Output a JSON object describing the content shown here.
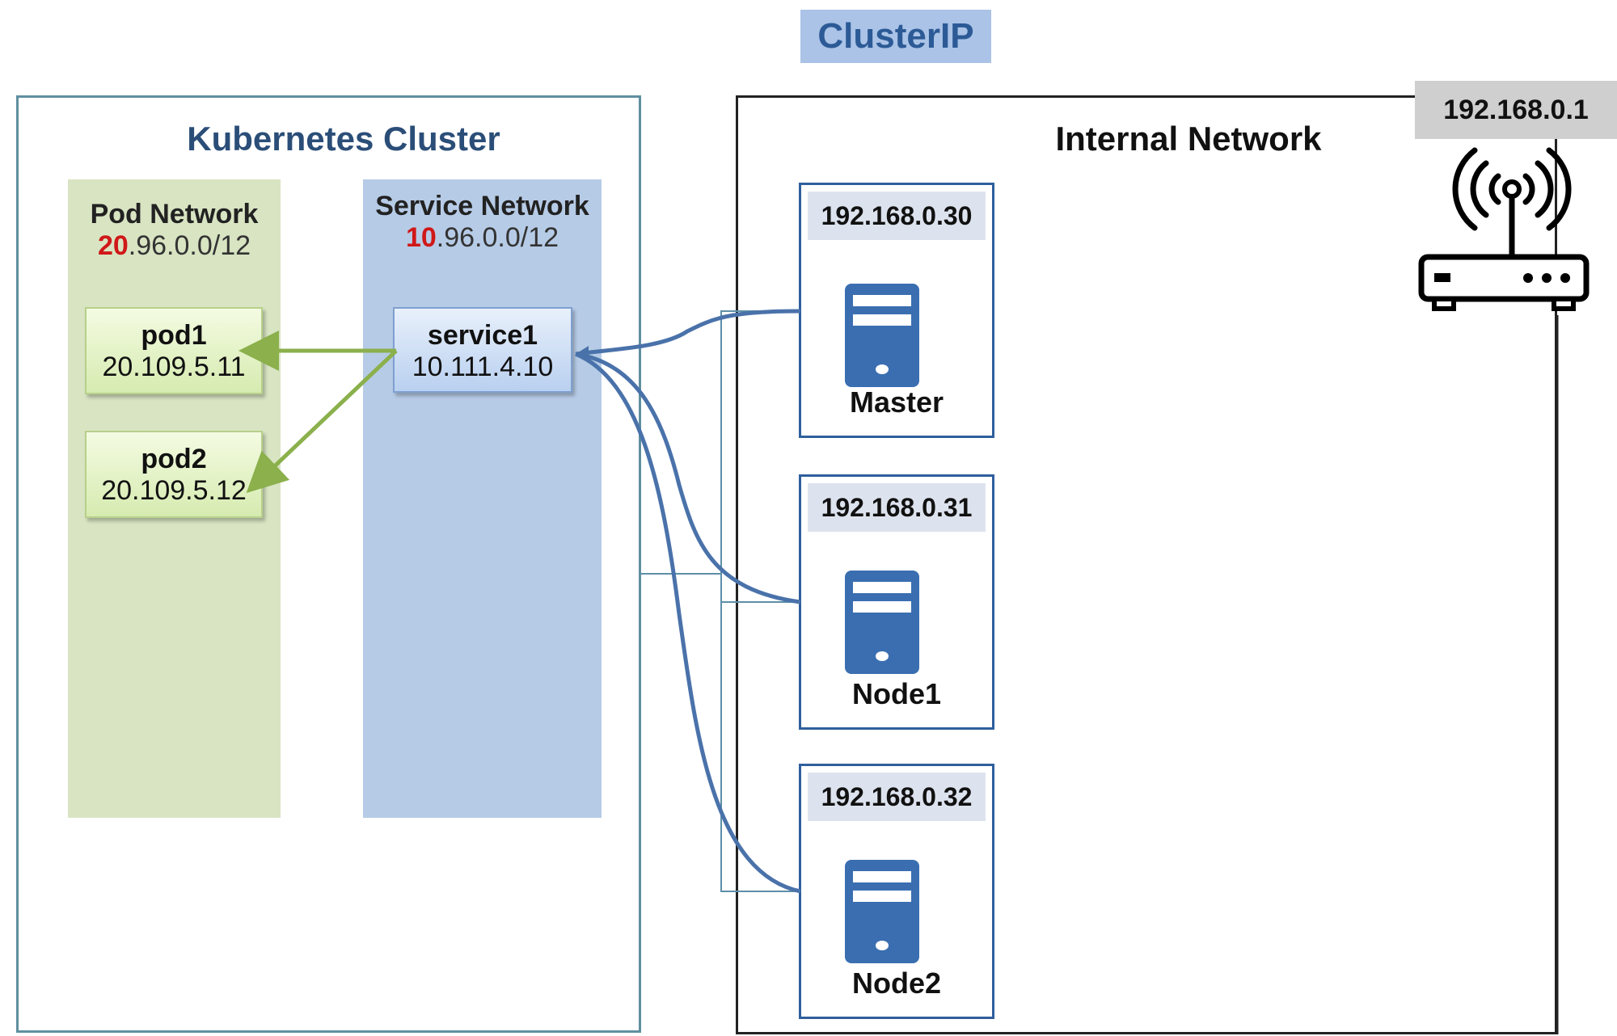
{
  "title": "ClusterIP",
  "cluster": {
    "title": "Kubernetes Cluster",
    "pod_network": {
      "title": "Pod Network",
      "cidr_highlight": "20",
      "cidr_rest": ".96.0.0/12",
      "pods": [
        {
          "name": "pod1",
          "ip": "20.109.5.11"
        },
        {
          "name": "pod2",
          "ip": "20.109.5.12"
        }
      ]
    },
    "service_network": {
      "title": "Service Network",
      "cidr_highlight": "10",
      "cidr_rest": ".96.0.0/12",
      "service": {
        "name": "service1",
        "ip": "10.111.4.10"
      }
    }
  },
  "internal_network": {
    "title": "Internal Network",
    "router_ip": "192.168.0.1",
    "router_icon": "wifi-router-icon",
    "server_icon": "server-icon",
    "nodes": [
      {
        "name": "Master",
        "ip": "192.168.0.30"
      },
      {
        "name": "Node1",
        "ip": "192.168.0.31"
      },
      {
        "name": "Node2",
        "ip": "192.168.0.32"
      }
    ]
  },
  "colors": {
    "pod_arrows": "#8bb04c",
    "service_links": "#4a72aa",
    "cidr_highlight": "#d01818"
  }
}
